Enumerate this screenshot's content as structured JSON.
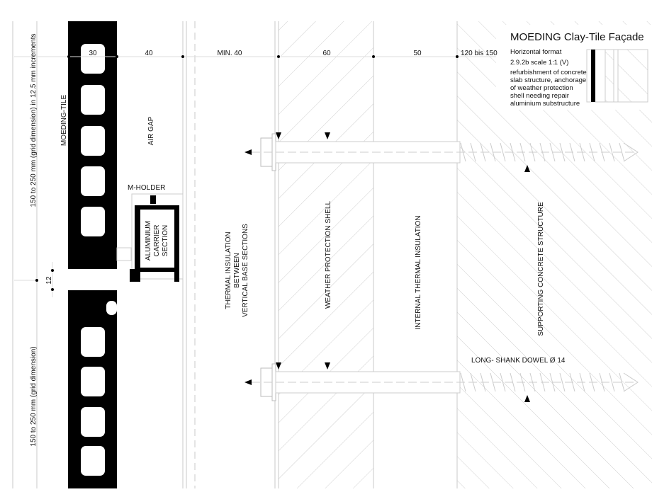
{
  "title_block": {
    "title": "MOEDING  Clay-Tile Façade",
    "format": "Horizontal format",
    "scale": "2.9.2b   scale 1:1 (V)",
    "description": [
      "refurbishment of concrete",
      "slab structure, anchorage",
      "of weather protection",
      "shell needing repair",
      "aluminium substructure"
    ]
  },
  "dimensions": {
    "top": [
      "30",
      "40",
      "MIN. 40",
      "60",
      "50",
      "120 bis 150"
    ],
    "joint": "12",
    "grid_upper": "150 to 250 mm (grid dimension) in 12.5 mm increments",
    "grid_lower": "150 to 250 mm (grid dimension)"
  },
  "labels": {
    "tile": "MOEDING-TILE",
    "air_gap": "AIR GAP",
    "holder": "M-HOLDER",
    "carrier": [
      "ALUMINIUM",
      "CARRIER",
      "SECTION"
    ],
    "thermal": [
      "THERMAL INSULATION",
      "BETWEEN",
      "VERTICAL BASE SECTIONS"
    ],
    "shell": "WEATHER PROTECTION SHELL",
    "internal": "INTERNAL THERMAL INSULATION",
    "concrete": "SUPPORTING CONCRETE STRUCTURE",
    "dowel": "LONG- SHANK DOWEL Ø 14"
  }
}
